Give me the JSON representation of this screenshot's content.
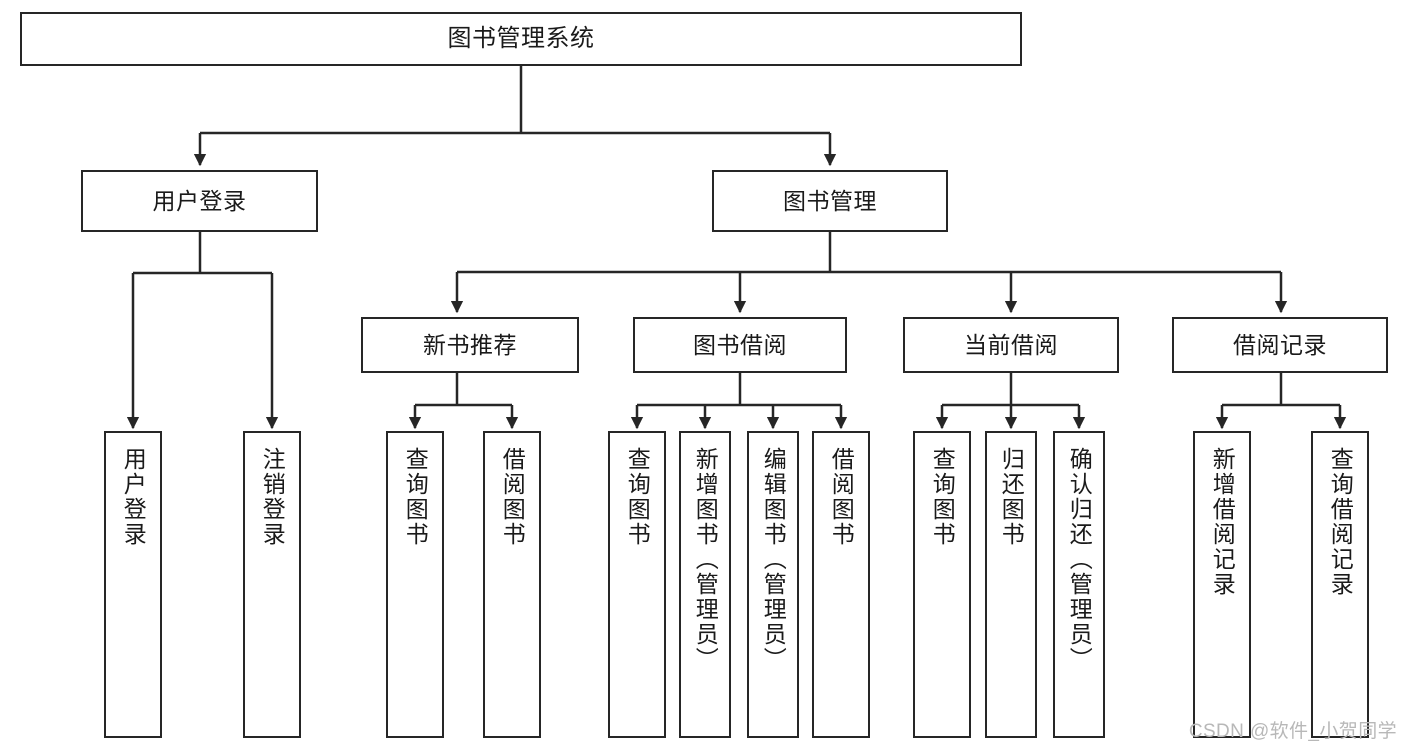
{
  "diagram": {
    "type": "tree",
    "title": "图书管理系统",
    "watermark": "CSDN @软件_小贺同学",
    "colors": {
      "box_border": "#262626",
      "box_fill": "#ffffff",
      "edge": "#262626",
      "text": "#1a1a1a",
      "watermark": "#b8b8b8",
      "background": "#ffffff"
    },
    "levels": {
      "root": "图书管理系统",
      "level2": [
        "用户登录",
        "图书管理"
      ],
      "level3": [
        "新书推荐",
        "图书借阅",
        "当前借阅",
        "借阅记录"
      ]
    },
    "nodes": {
      "root": {
        "label": "图书管理系统"
      },
      "user_login": {
        "label": "用户登录"
      },
      "book_manage": {
        "label": "图书管理"
      },
      "new_book_rec": {
        "label": "新书推荐"
      },
      "book_borrow": {
        "label": "图书借阅"
      },
      "current_borrow": {
        "label": "当前借阅"
      },
      "borrow_record": {
        "label": "借阅记录"
      },
      "leaf_user_login": {
        "label": "用户登录"
      },
      "leaf_logout": {
        "label": "注销登录"
      },
      "leaf_query_book_1": {
        "label": "查询图书"
      },
      "leaf_borrow_book_1": {
        "label": "借阅图书"
      },
      "leaf_query_book_2": {
        "label": "查询图书"
      },
      "leaf_add_book": {
        "label": "新增图书（管理员）"
      },
      "leaf_edit_book": {
        "label": "编辑图书（管理员）"
      },
      "leaf_borrow_book_2": {
        "label": "借阅图书"
      },
      "leaf_query_book_3": {
        "label": "查询图书"
      },
      "leaf_return_book": {
        "label": "归还图书"
      },
      "leaf_confirm_return": {
        "label": "确认归还（管理员）"
      },
      "leaf_add_record": {
        "label": "新增借阅记录"
      },
      "leaf_query_record": {
        "label": "查询借阅记录"
      }
    },
    "edges": [
      {
        "from": "root",
        "to": "用户登录"
      },
      {
        "from": "root",
        "to": "图书管理"
      },
      {
        "from": "用户登录",
        "to": "用户登录(叶)"
      },
      {
        "from": "用户登录",
        "to": "注销登录"
      },
      {
        "from": "图书管理",
        "to": "新书推荐"
      },
      {
        "from": "图书管理",
        "to": "图书借阅"
      },
      {
        "from": "图书管理",
        "to": "当前借阅"
      },
      {
        "from": "图书管理",
        "to": "借阅记录"
      },
      {
        "from": "新书推荐",
        "to": "查询图书"
      },
      {
        "from": "新书推荐",
        "to": "借阅图书"
      },
      {
        "from": "图书借阅",
        "to": "查询图书"
      },
      {
        "from": "图书借阅",
        "to": "新增图书（管理员）"
      },
      {
        "from": "图书借阅",
        "to": "编辑图书（管理员）"
      },
      {
        "from": "图书借阅",
        "to": "借阅图书"
      },
      {
        "from": "当前借阅",
        "to": "查询图书"
      },
      {
        "from": "当前借阅",
        "to": "归还图书"
      },
      {
        "from": "当前借阅",
        "to": "确认归还（管理员）"
      },
      {
        "from": "借阅记录",
        "to": "新增借阅记录"
      },
      {
        "from": "借阅记录",
        "to": "查询借阅记录"
      }
    ]
  }
}
